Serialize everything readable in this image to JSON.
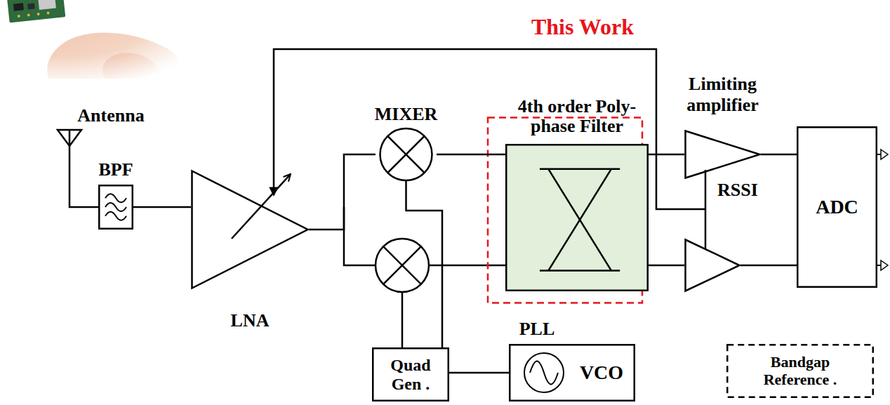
{
  "diagram": {
    "title": "This Work",
    "nodes": [
      {
        "text": [
          "BPF"
        ]
      },
      {
        "text": [
          "LNA"
        ]
      },
      {
        "text": [
          "MIXER"
        ]
      },
      {
        "text": [
          "4th order Poly-phase Filter"
        ]
      },
      {
        "text": [
          "Limiting amplifier"
        ]
      },
      {
        "text": [
          "ADC"
        ]
      },
      {
        "text": [
          "Quad Gen ."
        ]
      },
      {
        "text": [
          "PLL",
          "VCO"
        ]
      },
      {
        "text": [
          "Bandgap Reference ."
        ]
      }
    ],
    "edges": [
      {
        "from": 0,
        "to": 1,
        "arrow": "none"
      },
      {
        "from": 1,
        "to": 2,
        "arrow": "none"
      },
      {
        "from": 2,
        "to": 3,
        "arrow": "none"
      },
      {
        "from": 3,
        "to": 4,
        "arrow": "none"
      },
      {
        "from": 4,
        "to": 5,
        "arrow": "none"
      },
      {
        "from": 7,
        "to": 6,
        "arrow": "none"
      },
      {
        "from": 6,
        "to": 2,
        "arrow": "none"
      }
    ],
    "labels": [
      "Antenna",
      "RSSI"
    ]
  }
}
